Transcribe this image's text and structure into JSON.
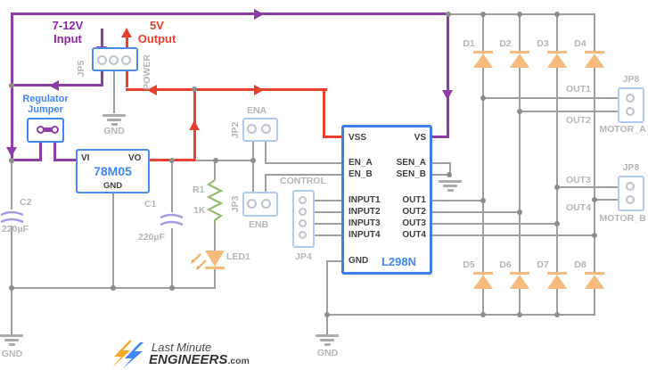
{
  "colors": {
    "purple": "#8E3CA8",
    "red": "#E5402E",
    "blue": "#4285F4",
    "light_blue": "#AECBF2",
    "wire_gray": "#9E9E9E",
    "label_gray": "#B3B6B9",
    "orange": "#F6BA7D",
    "green": "#93BE70",
    "cap_purple": "#A29DE6"
  },
  "power_input": {
    "line1": "7-12V",
    "line2": "Input"
  },
  "power_output": {
    "line1": "5V",
    "line2": "Output"
  },
  "jp5": {
    "ref": "JP5",
    "label": "POWER",
    "gnd": "GND"
  },
  "regulator_jumper": {
    "line1": "Regulator",
    "line2": "Jumper"
  },
  "regulator": {
    "vi": "VI",
    "vo": "VO",
    "name": "78M05",
    "gnd": "GND"
  },
  "capacitors": {
    "c2": {
      "ref": "C2",
      "value": "220µF"
    },
    "c1": {
      "ref": "C1",
      "value": "220µF"
    }
  },
  "resistor": {
    "ref": "R1",
    "value": "1K"
  },
  "led": {
    "ref": "LED1"
  },
  "jp2": {
    "ref": "JP2",
    "label": "ENA"
  },
  "jp3": {
    "ref": "JP3",
    "label": "ENB"
  },
  "jp4": {
    "ref": "JP4",
    "label": "CONTROL"
  },
  "ic": {
    "name": "L298N",
    "pins": {
      "vss": "VSS",
      "vs": "VS",
      "en_a": "EN_A",
      "sen_a": "SEN_A",
      "en_b": "EN_B",
      "sen_b": "SEN_B",
      "input1": "INPUT1",
      "input2": "INPUT2",
      "input3": "INPUT3",
      "input4": "INPUT4",
      "out1": "OUT1",
      "out2": "OUT2",
      "out3": "OUT3",
      "out4": "OUT4",
      "gnd": "GND"
    }
  },
  "diodes": {
    "d1": "D1",
    "d2": "D2",
    "d3": "D3",
    "d4": "D4",
    "d5": "D5",
    "d6": "D6",
    "d7": "D7",
    "d8": "D8"
  },
  "outputs": {
    "out1": "OUT1",
    "out2": "OUT2",
    "out3": "OUT3",
    "out4": "OUT4"
  },
  "jp8a": {
    "ref": "JP8",
    "label": "MOTOR_A"
  },
  "jp8b": {
    "ref": "JP8",
    "label": "MOTOR_B"
  },
  "grounds": {
    "left": "GND",
    "ic": "GND"
  },
  "logo": {
    "line1": "Last Minute",
    "line2": "ENGINEERS",
    "suffix": ".com"
  }
}
